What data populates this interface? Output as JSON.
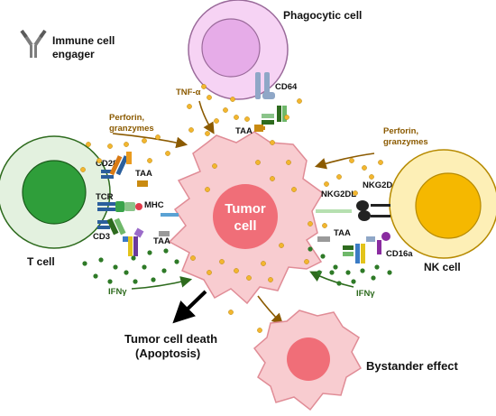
{
  "labels": {
    "engager": "Immune cell engager",
    "engager_line1": "Immune cell",
    "engager_line2": "engager",
    "phagocytic": "Phagocytic cell",
    "tnf": "TNF-α",
    "cd64": "CD64",
    "taa": "TAA",
    "perforin_left_1": "Perforin,",
    "perforin_left_2": "granzymes",
    "perforin_right_1": "Perforin,",
    "perforin_right_2": "granzymes",
    "cd28": "CD28",
    "tcr": "TCR",
    "mhc": "MHC",
    "cd3": "CD3",
    "tumor_1": "Tumor",
    "tumor_2": "cell",
    "nkg2dl": "NKG2DL",
    "nkg2d": "NKG2D",
    "cd16a": "CD16a",
    "t_cell": "T cell",
    "nk_cell": "NK cell",
    "ifn": "IFNγ",
    "death_1": "Tumor  cell death",
    "death_2": "(Apoptosis)",
    "bystander": "Bystander  effect"
  },
  "colors": {
    "tumor_fill": "#F8C9CC",
    "tumor_nucleus": "#F06E78",
    "t_cell_fill": "#E3F1DF",
    "t_cell_nucleus": "#2F9E3A",
    "nk_cell_fill": "#FDEFB6",
    "nk_cell_nucleus": "#F5B800",
    "phago_fill": "#F4C8F2",
    "phago_nucleus": "#E3A6E6",
    "granule": "#F3B62F",
    "ifn_dot": "#2E7A27",
    "arrow_brown": "#8B5A00"
  }
}
